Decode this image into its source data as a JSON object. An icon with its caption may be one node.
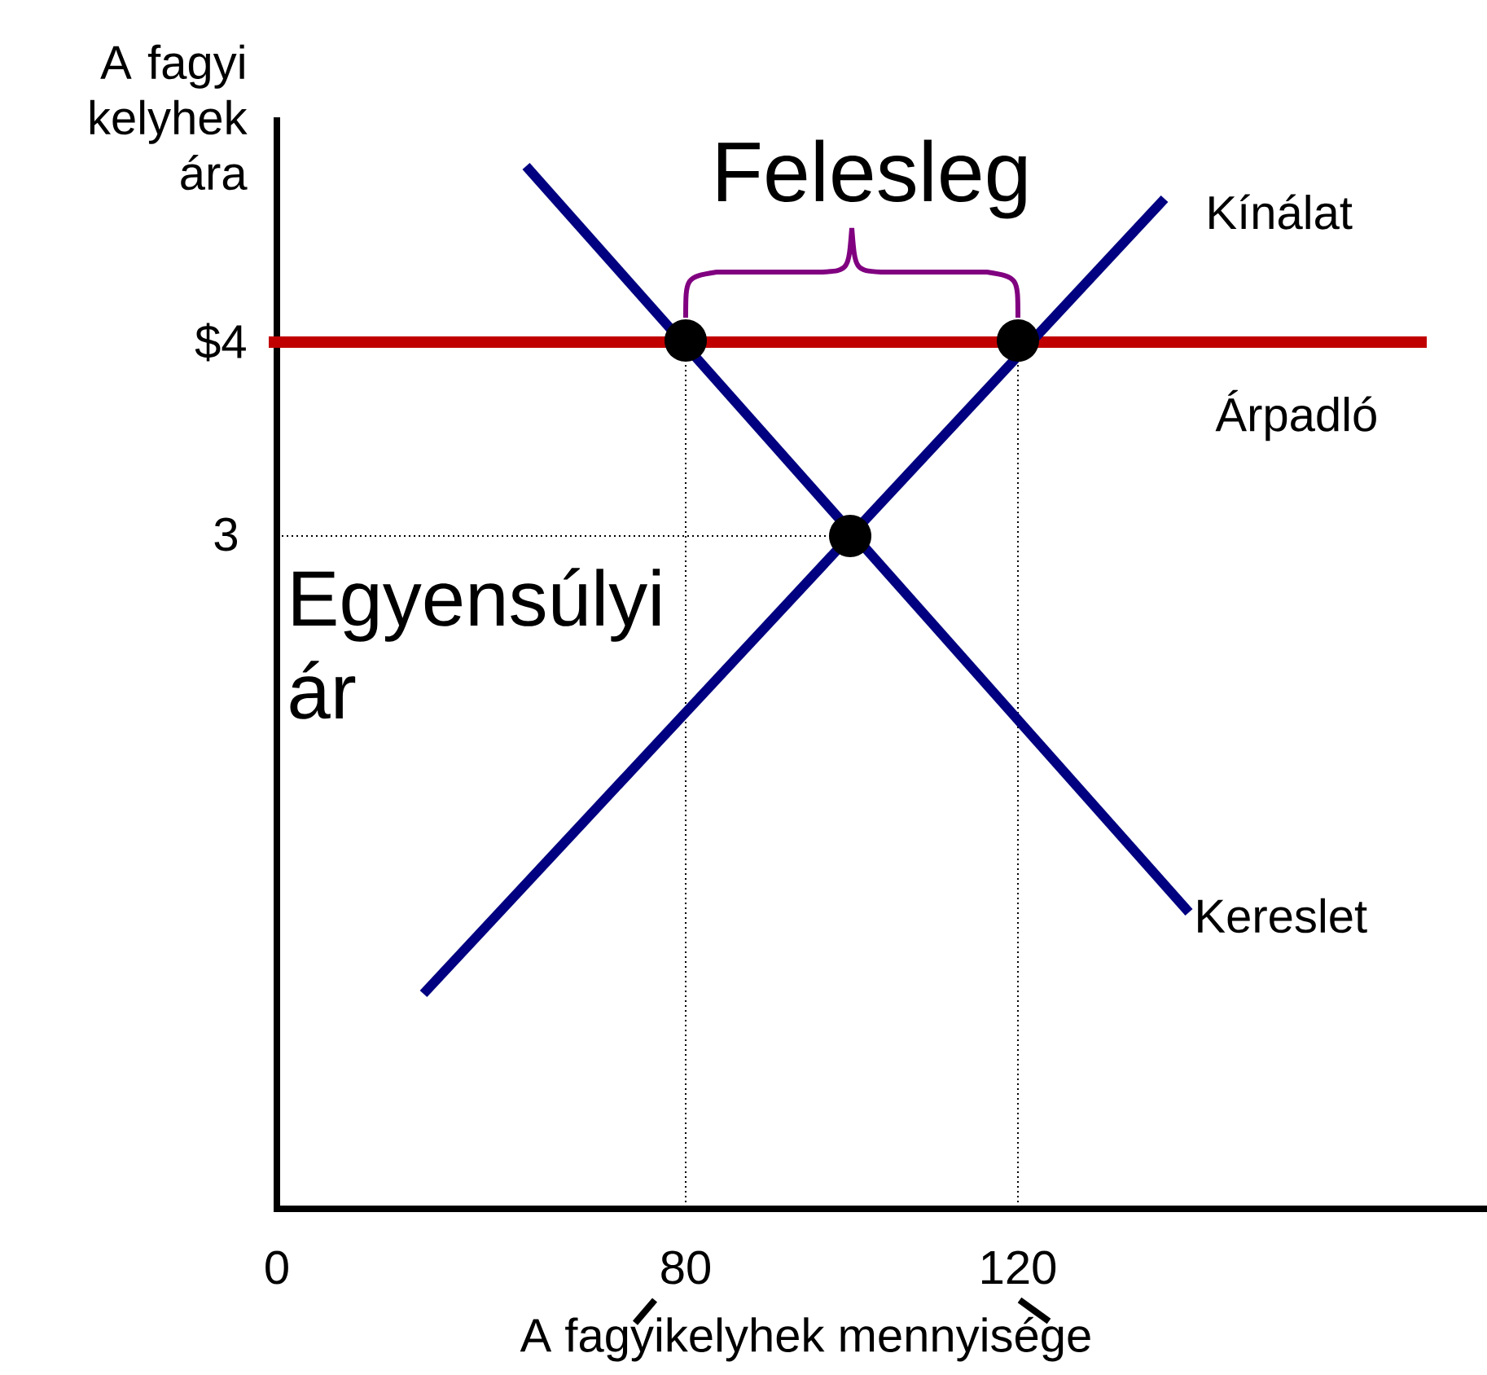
{
  "diagram": {
    "labels": [
      "A fagyi kelyhek ára",
      "Felesleg",
      "Kínálat",
      "$4",
      "Árpadló",
      "3",
      "Egyensúlyi ár",
      "Kereslet",
      "0",
      "80",
      "120",
      "A fagyikelyhek mennyisége"
    ]
  }
}
